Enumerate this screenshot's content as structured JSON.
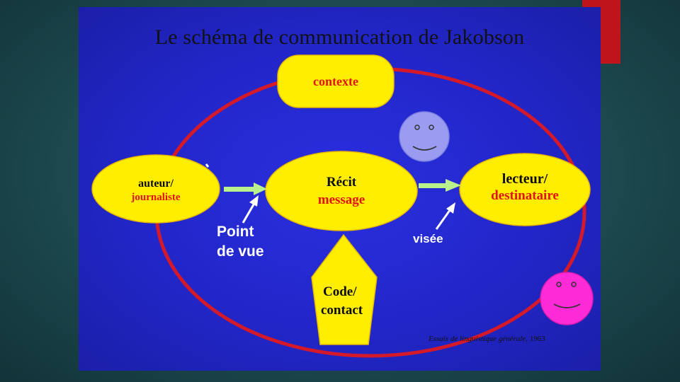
{
  "title": "Le schéma de communication de Jakobson",
  "nodes": {
    "contexte": "contexte",
    "auteur_line1": "auteur/",
    "auteur_line2": "journaliste",
    "recit_line1": "Récit",
    "recit_line2": "message",
    "lecteur_line1": "lecteur/",
    "lecteur_line2": "destinataire",
    "code_line1": "Code/",
    "code_line2": "contact"
  },
  "annotations": {
    "point_de_vue_line1": "Point",
    "point_de_vue_line2": "de vue",
    "visee": "visée"
  },
  "citation": {
    "work": "Essais de  linguistique générale",
    "year": ", 1963"
  },
  "colors": {
    "slide_bg": "#2226c8",
    "shape_fill": "#ffee00",
    "outline_red": "#d41a2a",
    "arrow_green": "#b9f28c",
    "smiley_blue": "#9a9cf2",
    "smiley_magenta": "#ff2bd6"
  }
}
